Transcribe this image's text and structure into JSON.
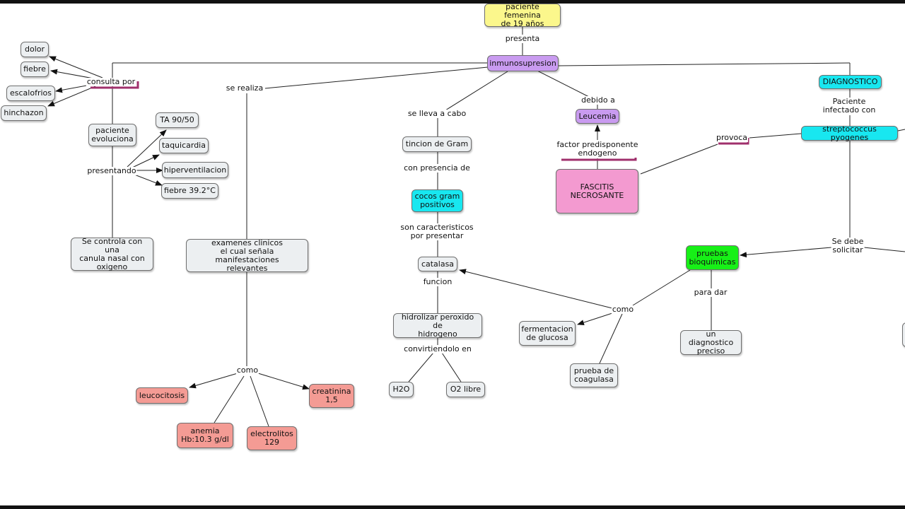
{
  "nodes": {
    "paciente": "paciente femenina\nde 19 años",
    "inmunosupresion": "inmunosupresion",
    "diagnostico": "DIAGNOSTICO",
    "dolor": "dolor",
    "fiebre": "fiebre",
    "escalofrios": "escalofrios",
    "hinchazon": "hinchazon",
    "paciente_evoluciona": "paciente\nevoluciona",
    "ta": "TA 90/50",
    "taquicardia": "taquicardia",
    "hiperventilacion": "hiperventilacion",
    "fiebre_39": "fiebre 39.2°C",
    "canula": "Se controla con una\ncanula nasal con\noxigeno",
    "examenes": "examenes clinicos\nel cual señala manifestaciones\nrelevantes",
    "leucocitosis": "leucocitosis",
    "anemia": "anemia\nHb:10.3 g/dl",
    "electrolitos": "electrolitos\n129",
    "creatinina": "creatinina\n1,5",
    "tincion": "tincion de Gram",
    "cocos": "cocos gram\npositivos",
    "catalasa": "catalasa",
    "hidrolizar": "hidrolizar peroxido de\nhidrogeno",
    "h2o": "H2O",
    "o2": "O2 libre",
    "leucemia": "Leucemia",
    "fascitis": "FASCITIS\nNECROSANTE",
    "streptococcus": "streptococcus pyogenes",
    "pruebas": "pruebas\nbioquimicas",
    "diagnostico_preciso": "un diagnostico\npreciso",
    "fermentacion": "fermentacion\nde glucosa",
    "coagulasa": "prueba de\ncoagulasa"
  },
  "labels": {
    "presenta": "presenta",
    "consulta_por": "consulta por",
    "presentando": "presentando",
    "se_realiza": "se realiza",
    "como_exam": "como",
    "se_lleva_a_cabo": "se lleva a cabo",
    "con_presencia_de": "con presencia de",
    "son_caracteristicos": "son caracteristicos\npor presentar",
    "funcion": "funcion",
    "convirtiendolo_en": "convirtiendolo en",
    "debido_a": "debido a",
    "factor_predisponente": "factor predisponente\nendogeno",
    "provoca": "provoca",
    "paciente_infectado_con": "Paciente\ninfectado con",
    "se_debe_solicitar": "Se debe\nsolicitar",
    "para_dar": "para dar",
    "como_pruebas": "como"
  },
  "colors": {
    "concept_gray": "#eceff1",
    "concept_yellow": "#fbf78c",
    "concept_purple": "#c99bf0",
    "concept_cyan": "#18e7f0",
    "concept_pink": "#f39ad0",
    "concept_salmon": "#f49b94",
    "concept_green": "#17f017",
    "link_marker": "#a0306c"
  }
}
